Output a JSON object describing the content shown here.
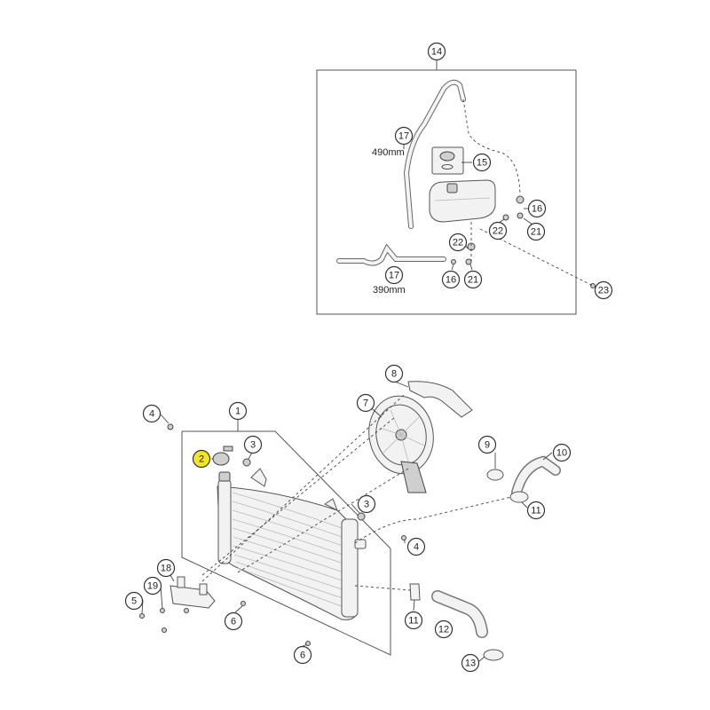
{
  "diagram": {
    "callouts": [
      {
        "id": "14",
        "label": "14"
      },
      {
        "id": "17a",
        "label": "17"
      },
      {
        "id": "15",
        "label": "15"
      },
      {
        "id": "16a",
        "label": "16"
      },
      {
        "id": "22a",
        "label": "22"
      },
      {
        "id": "21a",
        "label": "21"
      },
      {
        "id": "22b",
        "label": "22"
      },
      {
        "id": "17b",
        "label": "17"
      },
      {
        "id": "16b",
        "label": "16"
      },
      {
        "id": "21b",
        "label": "21"
      },
      {
        "id": "23",
        "label": "23"
      },
      {
        "id": "8",
        "label": "8"
      },
      {
        "id": "7",
        "label": "7"
      },
      {
        "id": "1",
        "label": "1"
      },
      {
        "id": "4a",
        "label": "4"
      },
      {
        "id": "3a",
        "label": "3"
      },
      {
        "id": "2",
        "label": "2",
        "highlight": true
      },
      {
        "id": "9",
        "label": "9"
      },
      {
        "id": "10",
        "label": "10"
      },
      {
        "id": "11a",
        "label": "11"
      },
      {
        "id": "3b",
        "label": "3"
      },
      {
        "id": "4b",
        "label": "4"
      },
      {
        "id": "18",
        "label": "18"
      },
      {
        "id": "19",
        "label": "19"
      },
      {
        "id": "5",
        "label": "5"
      },
      {
        "id": "6a",
        "label": "6"
      },
      {
        "id": "11b",
        "label": "11"
      },
      {
        "id": "12",
        "label": "12"
      },
      {
        "id": "6b",
        "label": "6"
      },
      {
        "id": "13",
        "label": "13"
      }
    ],
    "measurements": {
      "hose_upper": "490mm",
      "hose_lower": "390mm"
    },
    "colors": {
      "highlight": "#f5e623",
      "line": "#444444"
    }
  }
}
